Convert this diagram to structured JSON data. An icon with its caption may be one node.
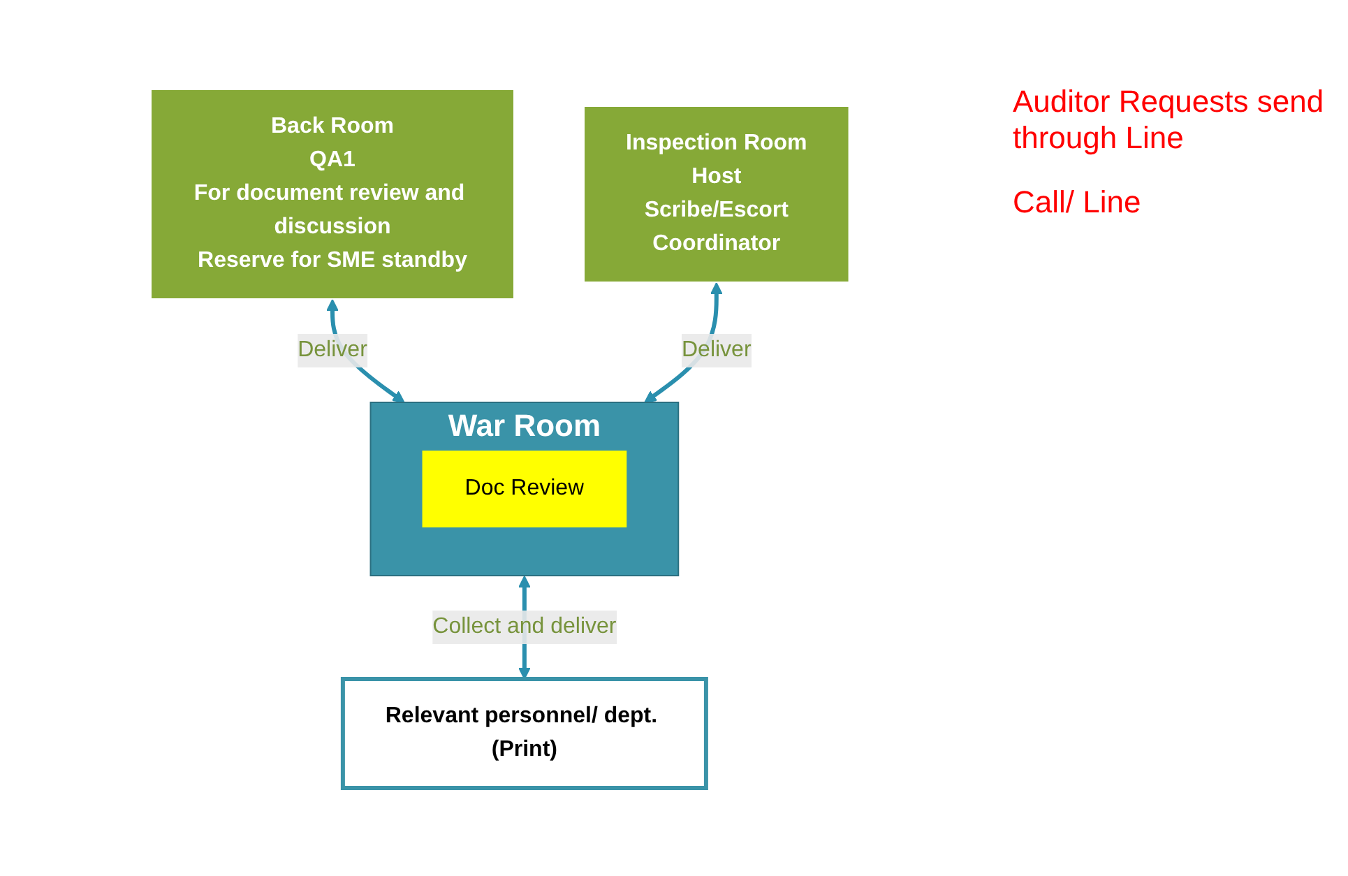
{
  "diagram": {
    "nodes": [
      {
        "text": [
          "Back Room",
          "QA1",
          "For document review and discussion",
          "Reserve for SME standby"
        ]
      },
      {
        "text": [
          "Inspection Room",
          "Host",
          "Scribe/Escort",
          "Coordinator"
        ]
      },
      {
        "text": [
          "War Room"
        ]
      },
      {
        "text": [
          "Doc Review"
        ],
        "in": 2
      },
      {
        "text": [
          "Relevant personnel/ dept. (Print)"
        ]
      }
    ],
    "edges": [
      {
        "from": 0,
        "to": 2,
        "arrow": "both",
        "label": "Deliver"
      },
      {
        "from": 1,
        "to": 2,
        "arrow": "both",
        "label": "Deliver"
      },
      {
        "from": 2,
        "to": 4,
        "arrow": "both",
        "label": "Collect and deliver"
      }
    ],
    "labels": [
      "Auditor Requests send through Line",
      "Call/ Line"
    ]
  }
}
